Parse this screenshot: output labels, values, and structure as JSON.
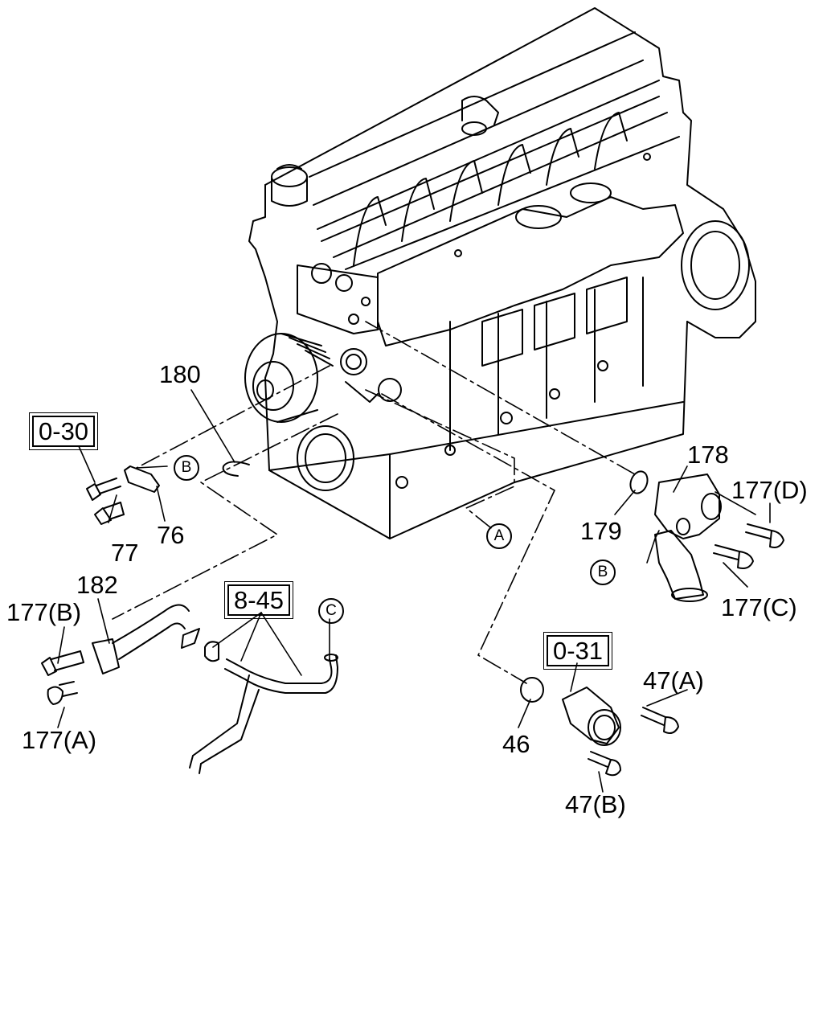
{
  "diagram": {
    "part_numbers": {
      "p180": "180",
      "p76": "76",
      "p77": "77",
      "p182": "182",
      "p177b": "177(B)",
      "p177a": "177(A)",
      "p178": "178",
      "p177d": "177(D)",
      "p179": "179",
      "p177c": "177(C)",
      "p47a": "47(A)",
      "p46": "46",
      "p47b": "47(B)"
    },
    "page_references": {
      "r030": "0-30",
      "r845": "8-45",
      "r031": "0-31"
    },
    "connection_markers": {
      "m_b_left": "B",
      "m_a": "A",
      "m_b_right": "B",
      "m_c": "C"
    },
    "line_color": "#000000",
    "background_color": "#ffffff"
  }
}
